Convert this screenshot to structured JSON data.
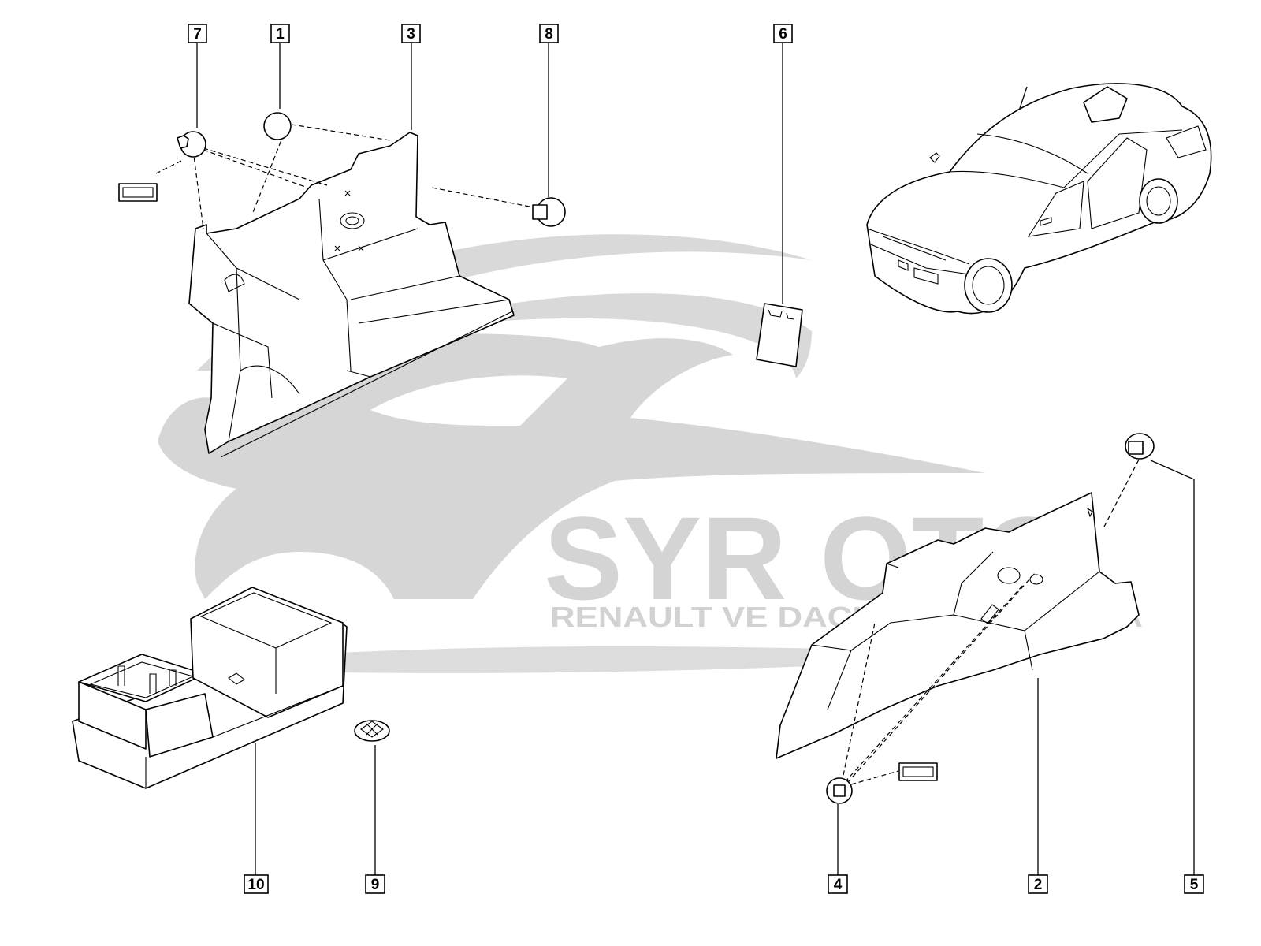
{
  "callouts": {
    "c1": "1",
    "c2": "2",
    "c3": "3",
    "c4": "4",
    "c5": "5",
    "c6": "6",
    "c7": "7",
    "c8": "8",
    "c9": "9",
    "c10": "10"
  },
  "watermark": {
    "brand": "SYR OTO",
    "tagline": "RENAULT VE DACIA YEDEK PARCA",
    "color": "#d2d2d2"
  }
}
